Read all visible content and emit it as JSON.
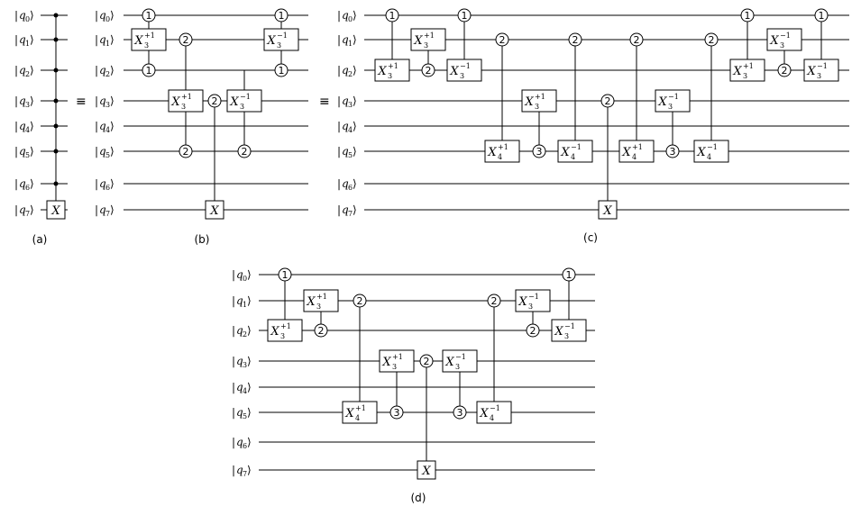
{
  "qubit_labels": [
    "q0",
    "q1",
    "q2",
    "q3",
    "q4",
    "q5",
    "q6",
    "q7"
  ],
  "captions": {
    "a": "(a)",
    "b": "(b)",
    "c": "(c)",
    "d": "(d)"
  },
  "equiv_symbol": "≡",
  "gate_text": {
    "x": "X",
    "x3": "X",
    "x4": "X",
    "plus1": "+1",
    "minus1": "−1",
    "sub3": "3",
    "sub4": "4"
  },
  "control_values": {
    "one": "1",
    "two": "2",
    "three": "3"
  },
  "colors": {
    "one": "#d62728",
    "two": "#1f3fbf",
    "three": "#000000",
    "wire": "#000000"
  },
  "panels": {
    "a": {
      "caption": "(a)",
      "columns": [
        {
          "type": "multi_dot",
          "controls": [
            0,
            1,
            2,
            3,
            4,
            5,
            6
          ],
          "target": 7,
          "gate": "X"
        }
      ]
    },
    "b": {
      "caption": "(b)",
      "columns": [
        {
          "gate": "X3+",
          "target": 1,
          "controls": [
            [
              0,
              1
            ],
            [
              2,
              1
            ]
          ]
        },
        {
          "gate": "X3+",
          "target": 3,
          "controls": [
            [
              1,
              2
            ],
            [
              5,
              2
            ]
          ]
        },
        {
          "gate": "X",
          "target": 7,
          "controls": [
            [
              3,
              2
            ]
          ]
        },
        {
          "gate": "X3-",
          "target": 3,
          "controls": [
            [
              2,
              null
            ],
            [
              5,
              2
            ]
          ]
        },
        {
          "gate": "X3-",
          "target": 1,
          "controls": [
            [
              0,
              1
            ],
            [
              2,
              1
            ]
          ]
        }
      ]
    },
    "c": {
      "caption": "(c)",
      "columns": [
        {
          "gate": "X3+",
          "target": 2,
          "controls": [
            [
              0,
              1
            ]
          ]
        },
        {
          "gate": "X3+",
          "target": 1,
          "controls": [
            [
              2,
              2
            ]
          ]
        },
        {
          "gate": "X3-",
          "target": 2,
          "controls": [
            [
              0,
              1
            ]
          ]
        },
        {
          "gate": "X4+",
          "target": 5,
          "controls": [
            [
              1,
              2
            ]
          ]
        },
        {
          "gate": "X3+",
          "target": 3,
          "controls": [
            [
              5,
              3
            ]
          ]
        },
        {
          "gate": "X4-",
          "target": 5,
          "controls": [
            [
              1,
              2
            ]
          ]
        },
        {
          "gate": "X",
          "target": 7,
          "controls": [
            [
              3,
              2
            ]
          ]
        },
        {
          "gate": "X4+",
          "target": 5,
          "controls": [
            [
              1,
              2
            ]
          ]
        },
        {
          "gate": "X3-",
          "target": 3,
          "controls": [
            [
              5,
              3
            ]
          ]
        },
        {
          "gate": "X4-",
          "target": 5,
          "controls": [
            [
              1,
              2
            ]
          ]
        },
        {
          "gate": "X3+",
          "target": 2,
          "controls": [
            [
              0,
              1
            ]
          ]
        },
        {
          "gate": "X3-",
          "target": 1,
          "controls": [
            [
              2,
              2
            ]
          ]
        },
        {
          "gate": "X3-",
          "target": 2,
          "controls": [
            [
              0,
              1
            ]
          ]
        }
      ]
    },
    "d": {
      "caption": "(d)",
      "columns": [
        {
          "gate": "X3+",
          "target": 2,
          "controls": [
            [
              0,
              1
            ]
          ]
        },
        {
          "gate": "X3+",
          "target": 1,
          "controls": [
            [
              2,
              2
            ]
          ]
        },
        {
          "gate": "X4+",
          "target": 5,
          "controls": [
            [
              1,
              2
            ]
          ]
        },
        {
          "gate": "X3+",
          "target": 3,
          "controls": [
            [
              5,
              3
            ]
          ]
        },
        {
          "gate": "X",
          "target": 7,
          "controls": [
            [
              3,
              2
            ]
          ]
        },
        {
          "gate": "X3-",
          "target": 3,
          "controls": [
            [
              5,
              3
            ]
          ]
        },
        {
          "gate": "X4-",
          "target": 5,
          "controls": [
            [
              1,
              2
            ]
          ]
        },
        {
          "gate": "X3-",
          "target": 1,
          "controls": [
            [
              2,
              2
            ]
          ]
        },
        {
          "gate": "X3-",
          "target": 2,
          "controls": [
            [
              0,
              1
            ]
          ]
        }
      ]
    }
  }
}
